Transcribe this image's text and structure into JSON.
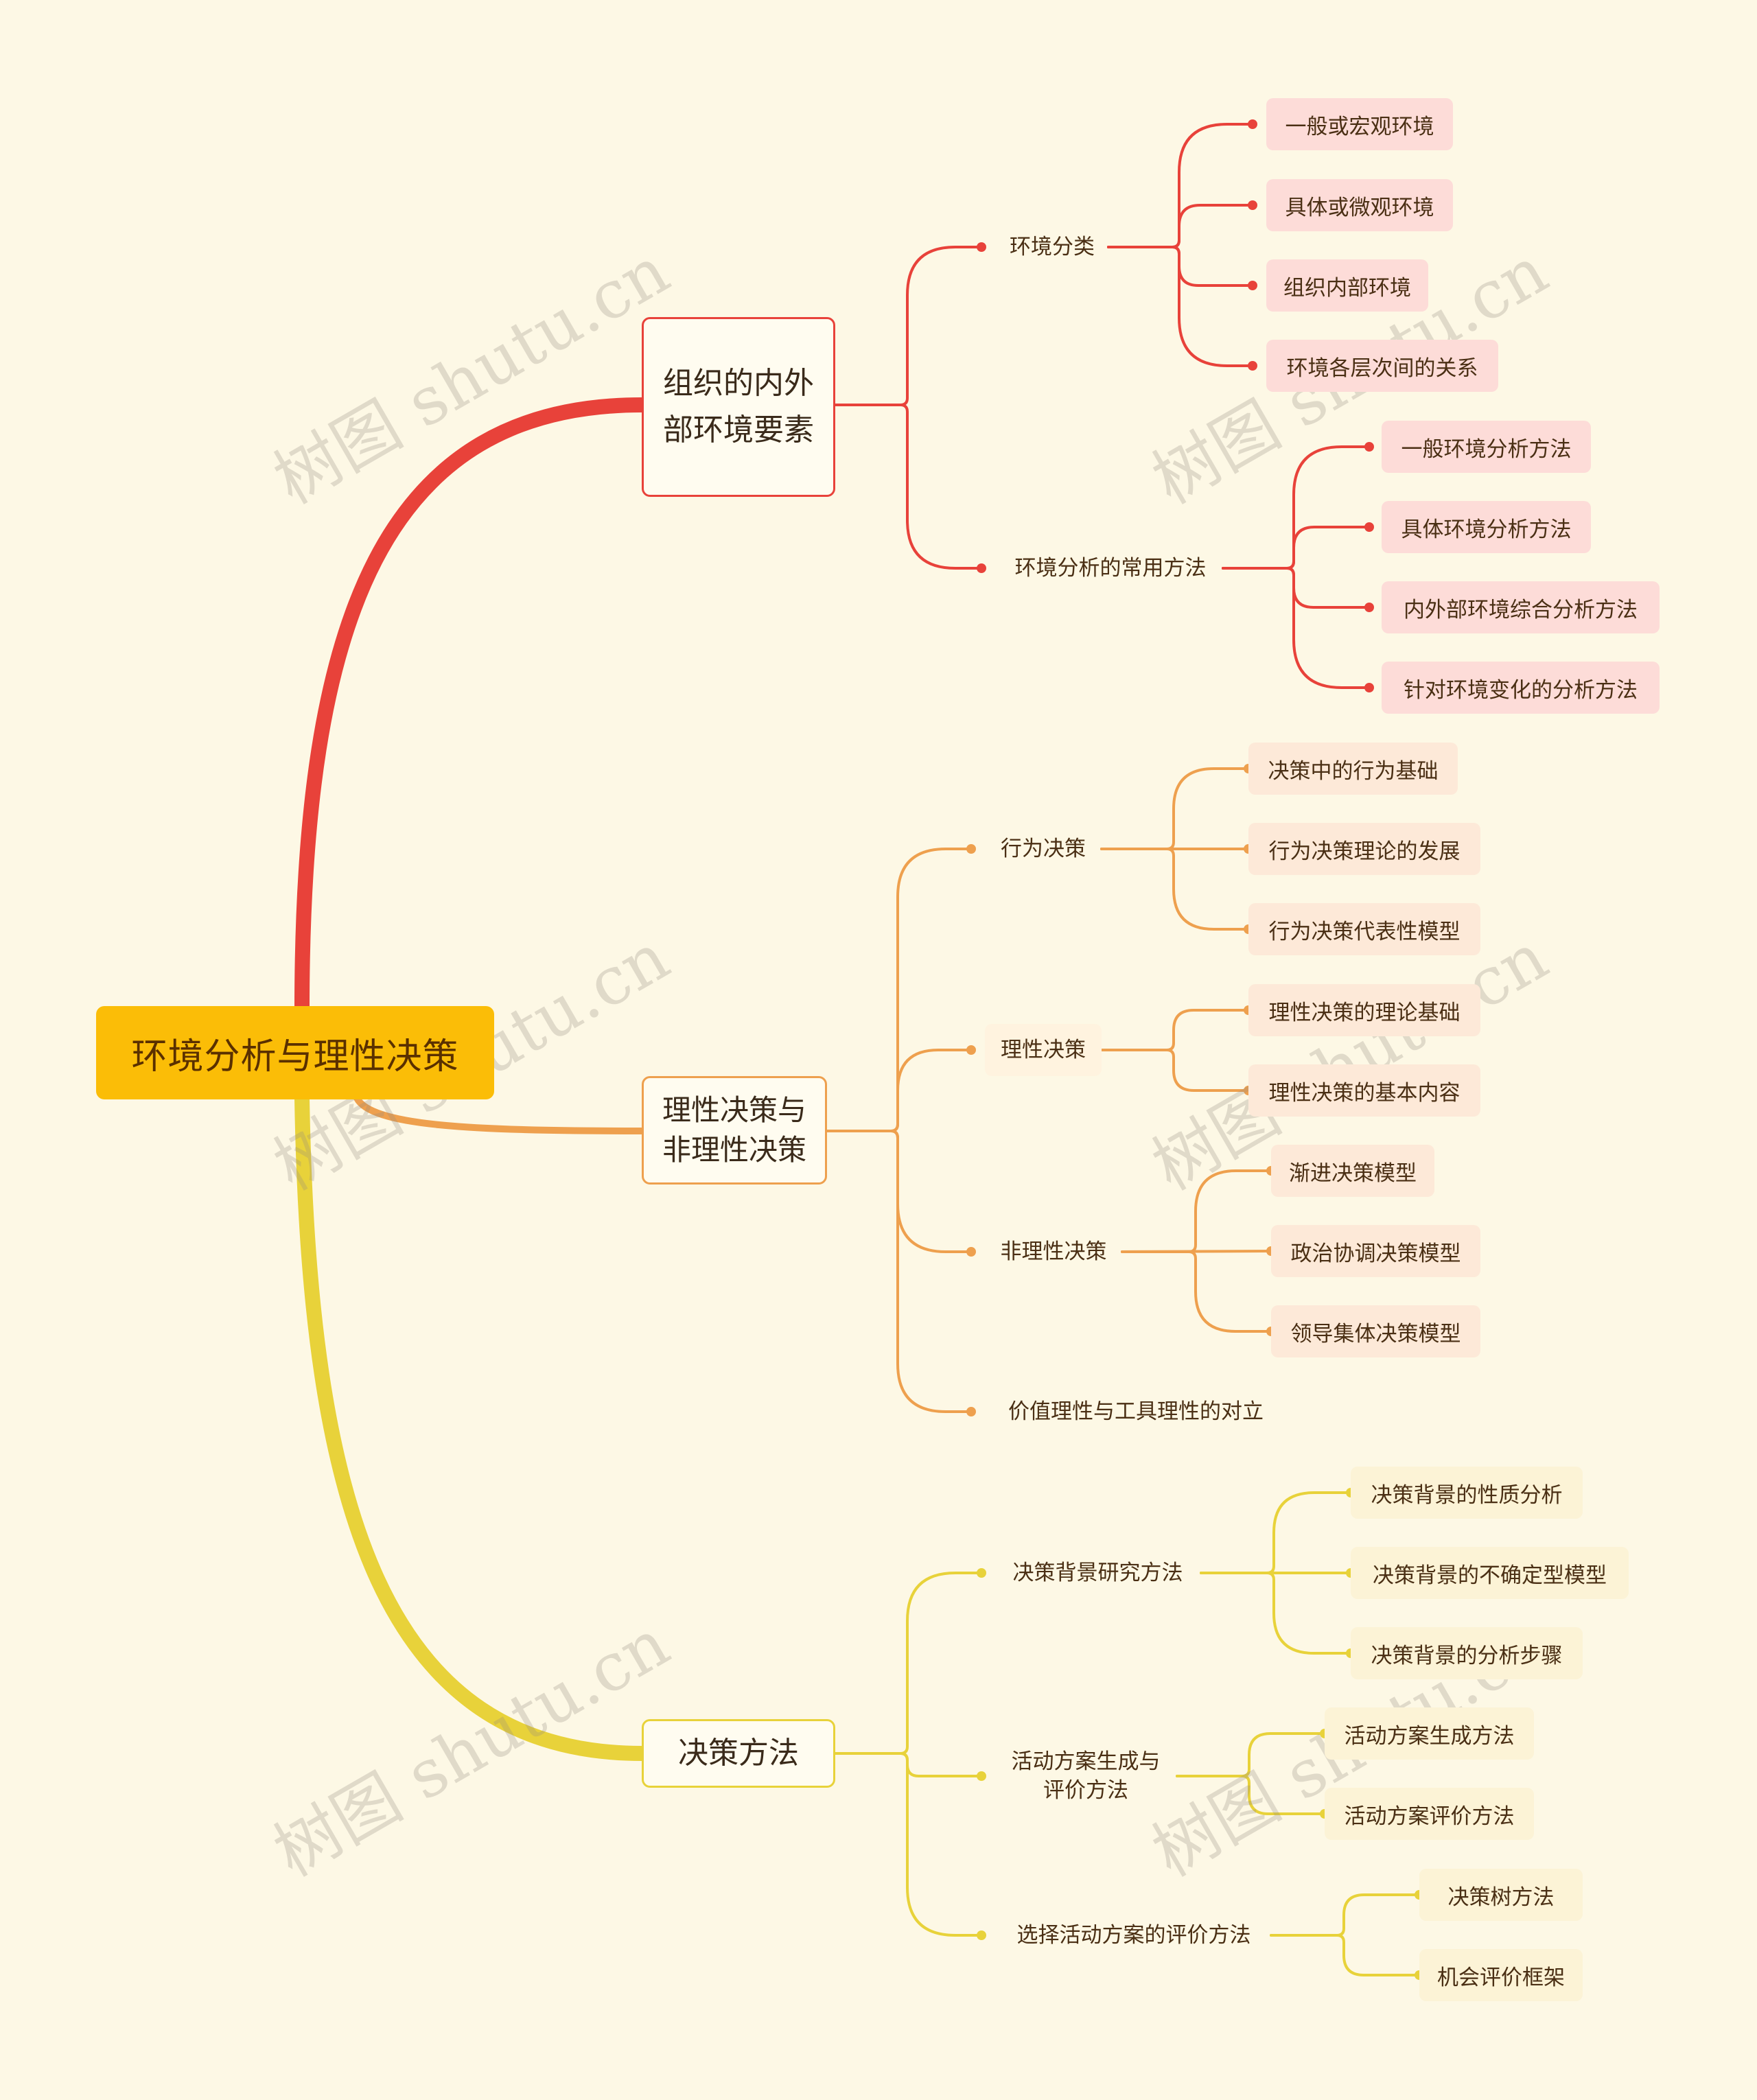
{
  "root": {
    "label": "环境分析与理性决策",
    "color": "#fbbd07"
  },
  "watermark": "树图 shutu.cn",
  "branches": [
    {
      "label": "组织的内外部环境要素",
      "color": "#e8423a",
      "children": [
        {
          "label": "环境分类",
          "children": [
            "一般或宏观环境",
            "具体或微观环境",
            "组织内部环境",
            "环境各层次间的关系"
          ]
        },
        {
          "label": "环境分析的常用方法",
          "children": [
            "一般环境分析方法",
            "具体环境分析方法",
            "内外部环境综合分析方法",
            "针对环境变化的分析方法"
          ]
        }
      ]
    },
    {
      "label": "理性决策与非理性决策",
      "color": "#eea04e",
      "children": [
        {
          "label": "行为决策",
          "children": [
            "决策中的行为基础",
            "行为决策理论的发展",
            "行为决策代表性模型"
          ]
        },
        {
          "label": "理性决策",
          "children": [
            "理性决策的理论基础",
            "理性决策的基本内容"
          ]
        },
        {
          "label": "非理性决策",
          "children": [
            "渐进决策模型",
            "政治协调决策模型",
            "领导集体决策模型"
          ]
        },
        {
          "label": "价值理性与工具理性的对立",
          "children": []
        }
      ]
    },
    {
      "label": "决策方法",
      "color": "#e8d23a",
      "children": [
        {
          "label": "决策背景研究方法",
          "children": [
            "决策背景的性质分析",
            "决策背景的不确定型模型",
            "决策背景的分析步骤"
          ]
        },
        {
          "label": "活动方案生成与评价方法",
          "children": [
            "活动方案生成方法",
            "活动方案评价方法"
          ]
        },
        {
          "label": "选择活动方案的评价方法",
          "children": [
            "决策树方法",
            "机会评价框架"
          ]
        }
      ]
    }
  ]
}
